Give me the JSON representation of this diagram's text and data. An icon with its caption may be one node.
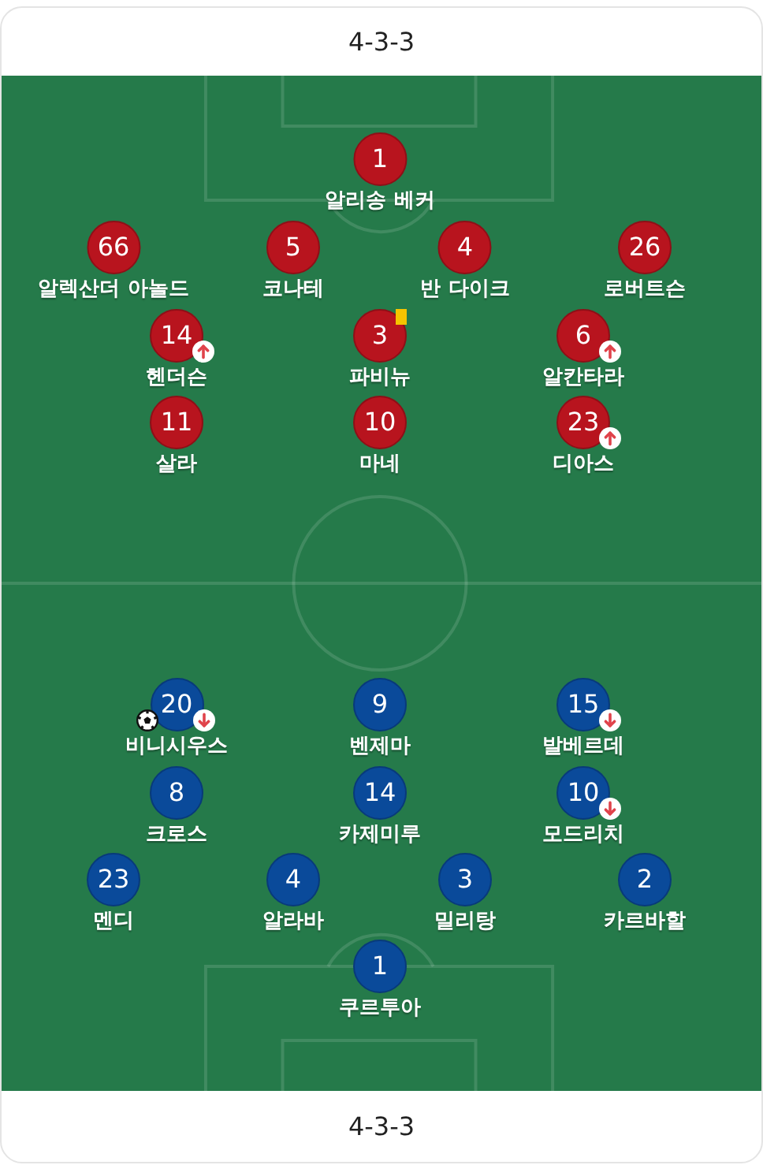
{
  "diagram": {
    "nodes": [
      {
        "text": [
          "1",
          "알리송 베커"
        ]
      },
      {
        "text": [
          "66",
          "알렉산더 아놀드"
        ]
      },
      {
        "text": [
          "5",
          "코나테"
        ]
      },
      {
        "text": [
          "4",
          "반 다이크"
        ]
      },
      {
        "text": [
          "26",
          "로버트슨"
        ]
      },
      {
        "text": [
          "14",
          "헨더슨"
        ]
      },
      {
        "text": [
          "3",
          "파비뉴"
        ]
      },
      {
        "text": [
          "6",
          "알칸타라"
        ]
      },
      {
        "text": [
          "11",
          "살라"
        ]
      },
      {
        "text": [
          "10",
          "마네"
        ]
      },
      {
        "text": [
          "23",
          "디아스"
        ]
      },
      {
        "text": [
          "20",
          "비니시우스"
        ]
      },
      {
        "text": [
          "9",
          "벤제마"
        ]
      },
      {
        "text": [
          "15",
          "발베르데"
        ]
      },
      {
        "text": [
          "8",
          "크로스"
        ]
      },
      {
        "text": [
          "14",
          "카제미루"
        ]
      },
      {
        "text": [
          "10",
          "모드리치"
        ]
      },
      {
        "text": [
          "23",
          "멘디"
        ]
      },
      {
        "text": [
          "4",
          "알라바"
        ]
      },
      {
        "text": [
          "3",
          "밀리탕"
        ]
      },
      {
        "text": [
          "2",
          "카르바할"
        ]
      },
      {
        "text": [
          "1",
          "쿠르투아"
        ]
      }
    ],
    "labels": [
      "4-3-3",
      "4-3-3"
    ]
  }
}
